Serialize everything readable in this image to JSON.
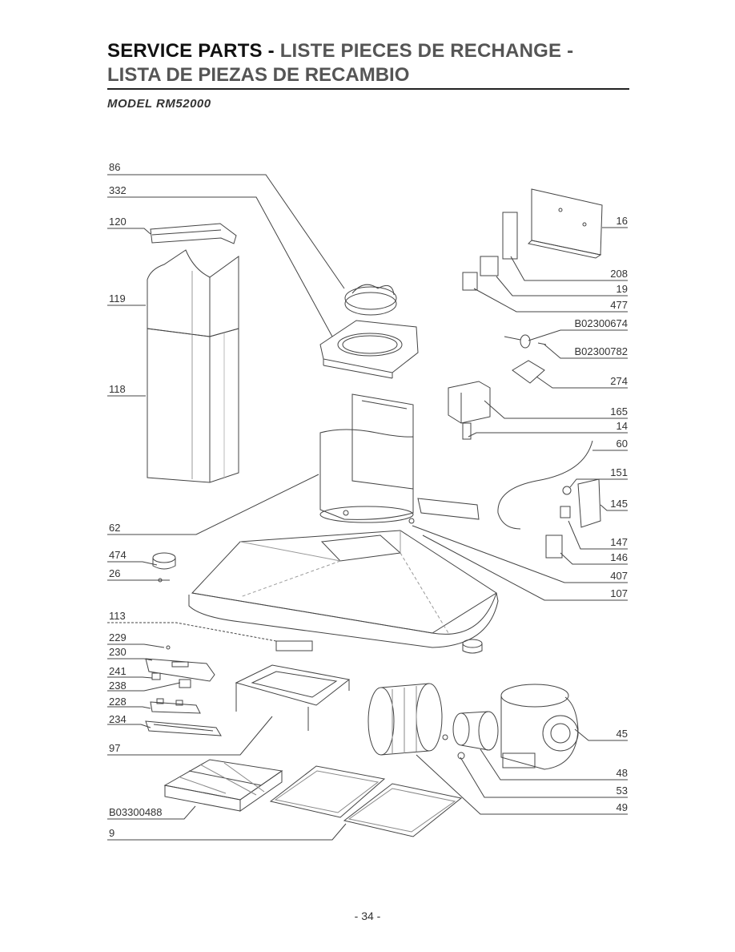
{
  "header": {
    "title_en": "SERVICE PARTS - ",
    "title_fr": "LISTE PIECES DE RECHANGE -",
    "title_es": "LISTA DE PIEZAS DE RECAMBIO",
    "model": "MODEL RM52000"
  },
  "labels": {
    "l86": "86",
    "l332": "332",
    "l120": "120",
    "l119": "119",
    "l118": "118",
    "l62": "62",
    "l474": "474",
    "l26": "26",
    "l113": "113",
    "l229": "229",
    "l230": "230",
    "l241": "241",
    "l238": "238",
    "l228": "228",
    "l234": "234",
    "l97": "97",
    "lB03300488": "B03300488",
    "l9": "9",
    "l16": "16",
    "l208": "208",
    "l19": "19",
    "l477": "477",
    "lB02300674": "B02300674",
    "lB02300782": "B02300782",
    "l274": "274",
    "l165": "165",
    "l14": "14",
    "l60": "60",
    "l151": "151",
    "l145": "145",
    "l147": "147",
    "l146": "146",
    "l407": "407",
    "l107": "107",
    "l45": "45",
    "l48": "48",
    "l53": "53",
    "l49": "49"
  },
  "footer": {
    "page_number": "- 34 -"
  }
}
